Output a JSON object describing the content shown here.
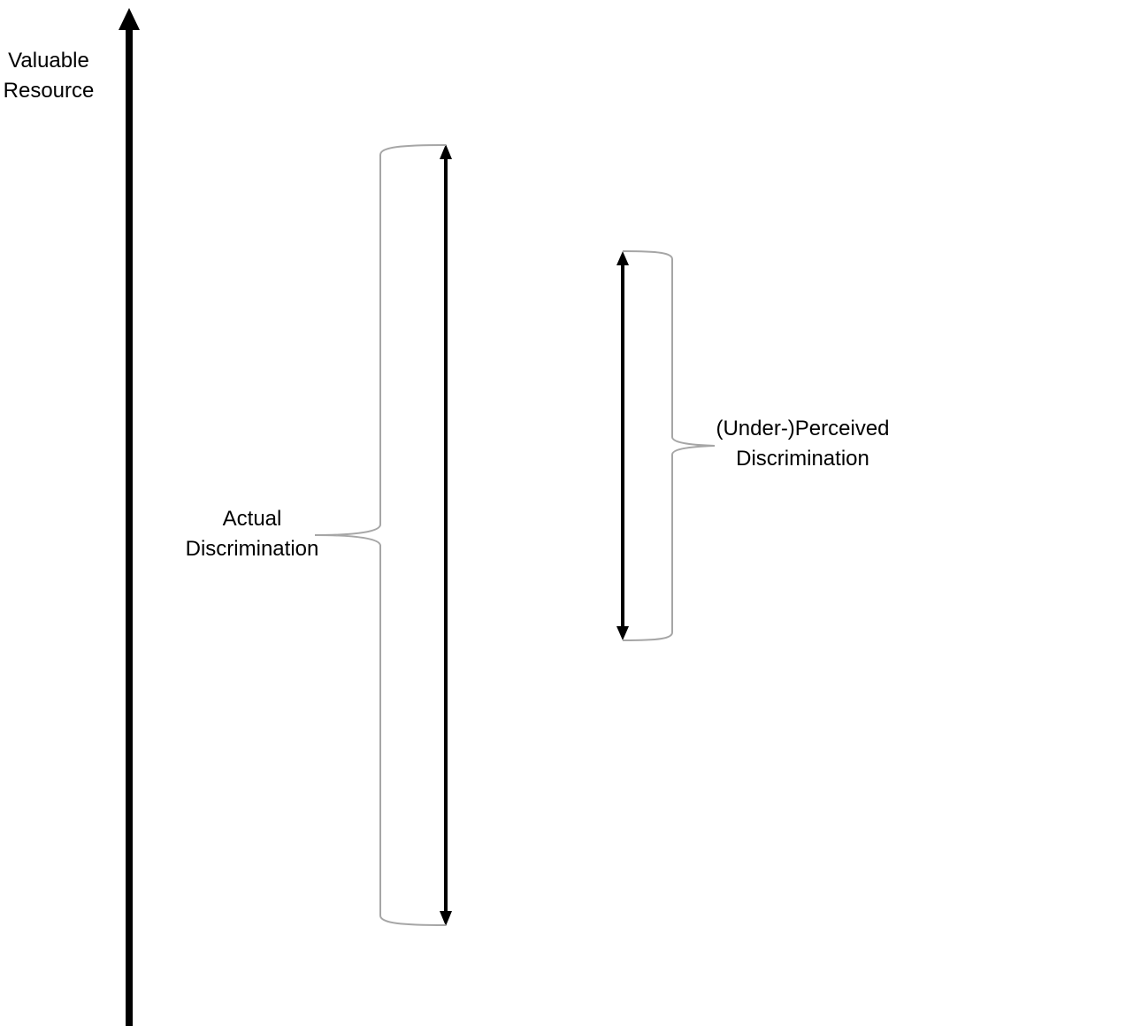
{
  "axis": {
    "label_line1": "Valuable",
    "label_line2": "Resource"
  },
  "actual": {
    "label_line1": "Actual",
    "label_line2": "Discrimination"
  },
  "perceived": {
    "label_line1": "(Under-)Perceived",
    "label_line2": "Discrimination"
  },
  "colors": {
    "arrow": "#000000",
    "brace": "#a6a6a6",
    "text": "#000000",
    "background": "#ffffff"
  }
}
